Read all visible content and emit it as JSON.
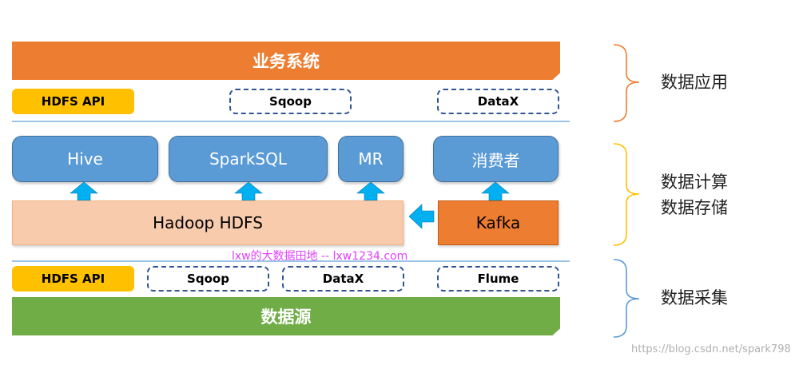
{
  "layers": {
    "top_bar": "业务系统",
    "bottom_bar": "数据源"
  },
  "application_row": {
    "api": "HDFS API",
    "tool_1": "Sqoop",
    "tool_2": "DataX"
  },
  "compute_row": {
    "box_1": "Hive",
    "box_2": "SparkSQL",
    "box_3": "MR",
    "box_4": "消费者"
  },
  "storage_row": {
    "hdfs": "Hadoop HDFS",
    "kafka": "Kafka"
  },
  "collection_row": {
    "api": "HDFS API",
    "tool_1": "Sqoop",
    "tool_2": "DataX",
    "tool_3": "Flume"
  },
  "side_labels": {
    "application": "数据应用",
    "compute": "数据计算",
    "storage": "数据存储",
    "collection": "数据采集"
  },
  "watermarks": {
    "center": "lxw的大数据田地 -- lxw1234.com",
    "corner": "https://blog.csdn.net/spark798"
  },
  "colors": {
    "business_orange": "#ED7D31",
    "source_green": "#70AD47",
    "api_yellow": "#FFC000",
    "compute_blue": "#5B9BD5",
    "hdfs_peach": "#F8CBAD",
    "arrow_cyan": "#00B0F0",
    "brace_orange": "#ED7D31",
    "brace_yellow": "#FFC000",
    "brace_blue": "#5B9BD5"
  }
}
